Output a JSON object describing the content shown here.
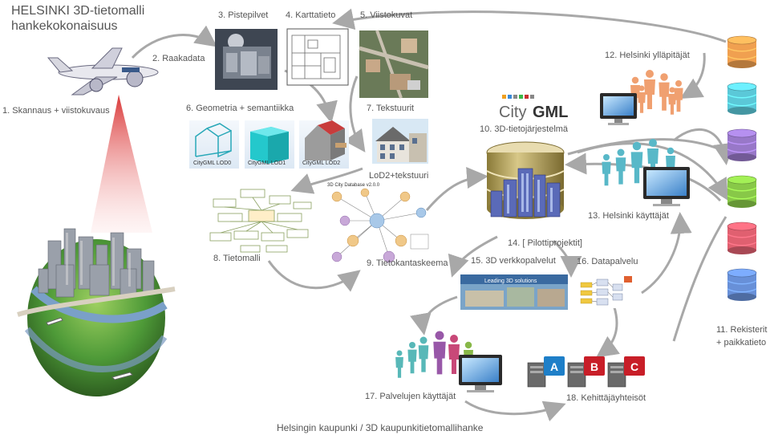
{
  "title": {
    "line1": "HELSINKI 3D-tietomalli",
    "line2": "hankekokonaisuus"
  },
  "steps": {
    "s1": "1. Skannaus + viistokuvaus",
    "s2": "2. Raakadata",
    "s3": "3. Pistepilvet",
    "s4": "4. Karttatieto",
    "s5": "5. Viistokuvat",
    "s6": "6. Geometria + semantiikka",
    "s7": "7. Tekstuurit",
    "s8": "8. Tietomalli",
    "s9": "9. Tietokantaskeema",
    "s10": "10. 3D-tietojärjestelmä",
    "s11a": "11. Rekisterit",
    "s11b": "+ paikkatieto",
    "s12": "12. Helsinki ylläpitäjät",
    "s13": "13. Helsinki käyttäjät",
    "s14": "14. [ Pilottiprojektit]",
    "s15": "15. 3D verkkopalvelut",
    "s16": "16. Datapalvelu",
    "s17": "17. Palvelujen käyttäjät",
    "s18": "18. Kehittäjäyhteisöt"
  },
  "lod": {
    "lod0": "CityGML LOD0",
    "lod1": "CityGML LOD1",
    "lod2": "CityGML LOD2",
    "lod2tex": "LoD2+tekstuuri"
  },
  "citygml": {
    "city": "City",
    "gml": "GML"
  },
  "web_banner": "Leading 3D solutions",
  "schema_title": "3D City Database v2.0.0",
  "servers": {
    "a": "A",
    "b": "B",
    "c": "C"
  },
  "footer": "Helsingin kaupunki / 3D kaupunkitietomallihanke",
  "colors": {
    "arrow": "#a8a8a8",
    "db": [
      "#f0a050",
      "#5bc8d8",
      "#9878c8",
      "#88c848",
      "#e06070",
      "#6890d8"
    ],
    "admins": "#f0a070",
    "users": "#58b8c8",
    "service_users": [
      "#58b8b8",
      "#9858a8",
      "#c84878",
      "#88b848"
    ],
    "server_badges": [
      "#1e7fc8",
      "#c81e28",
      "#c81e28"
    ]
  },
  "icons": [
    "airplane-icon",
    "globe-city-icon",
    "database-icon",
    "monitor-icon",
    "people-icon",
    "server-icon"
  ]
}
